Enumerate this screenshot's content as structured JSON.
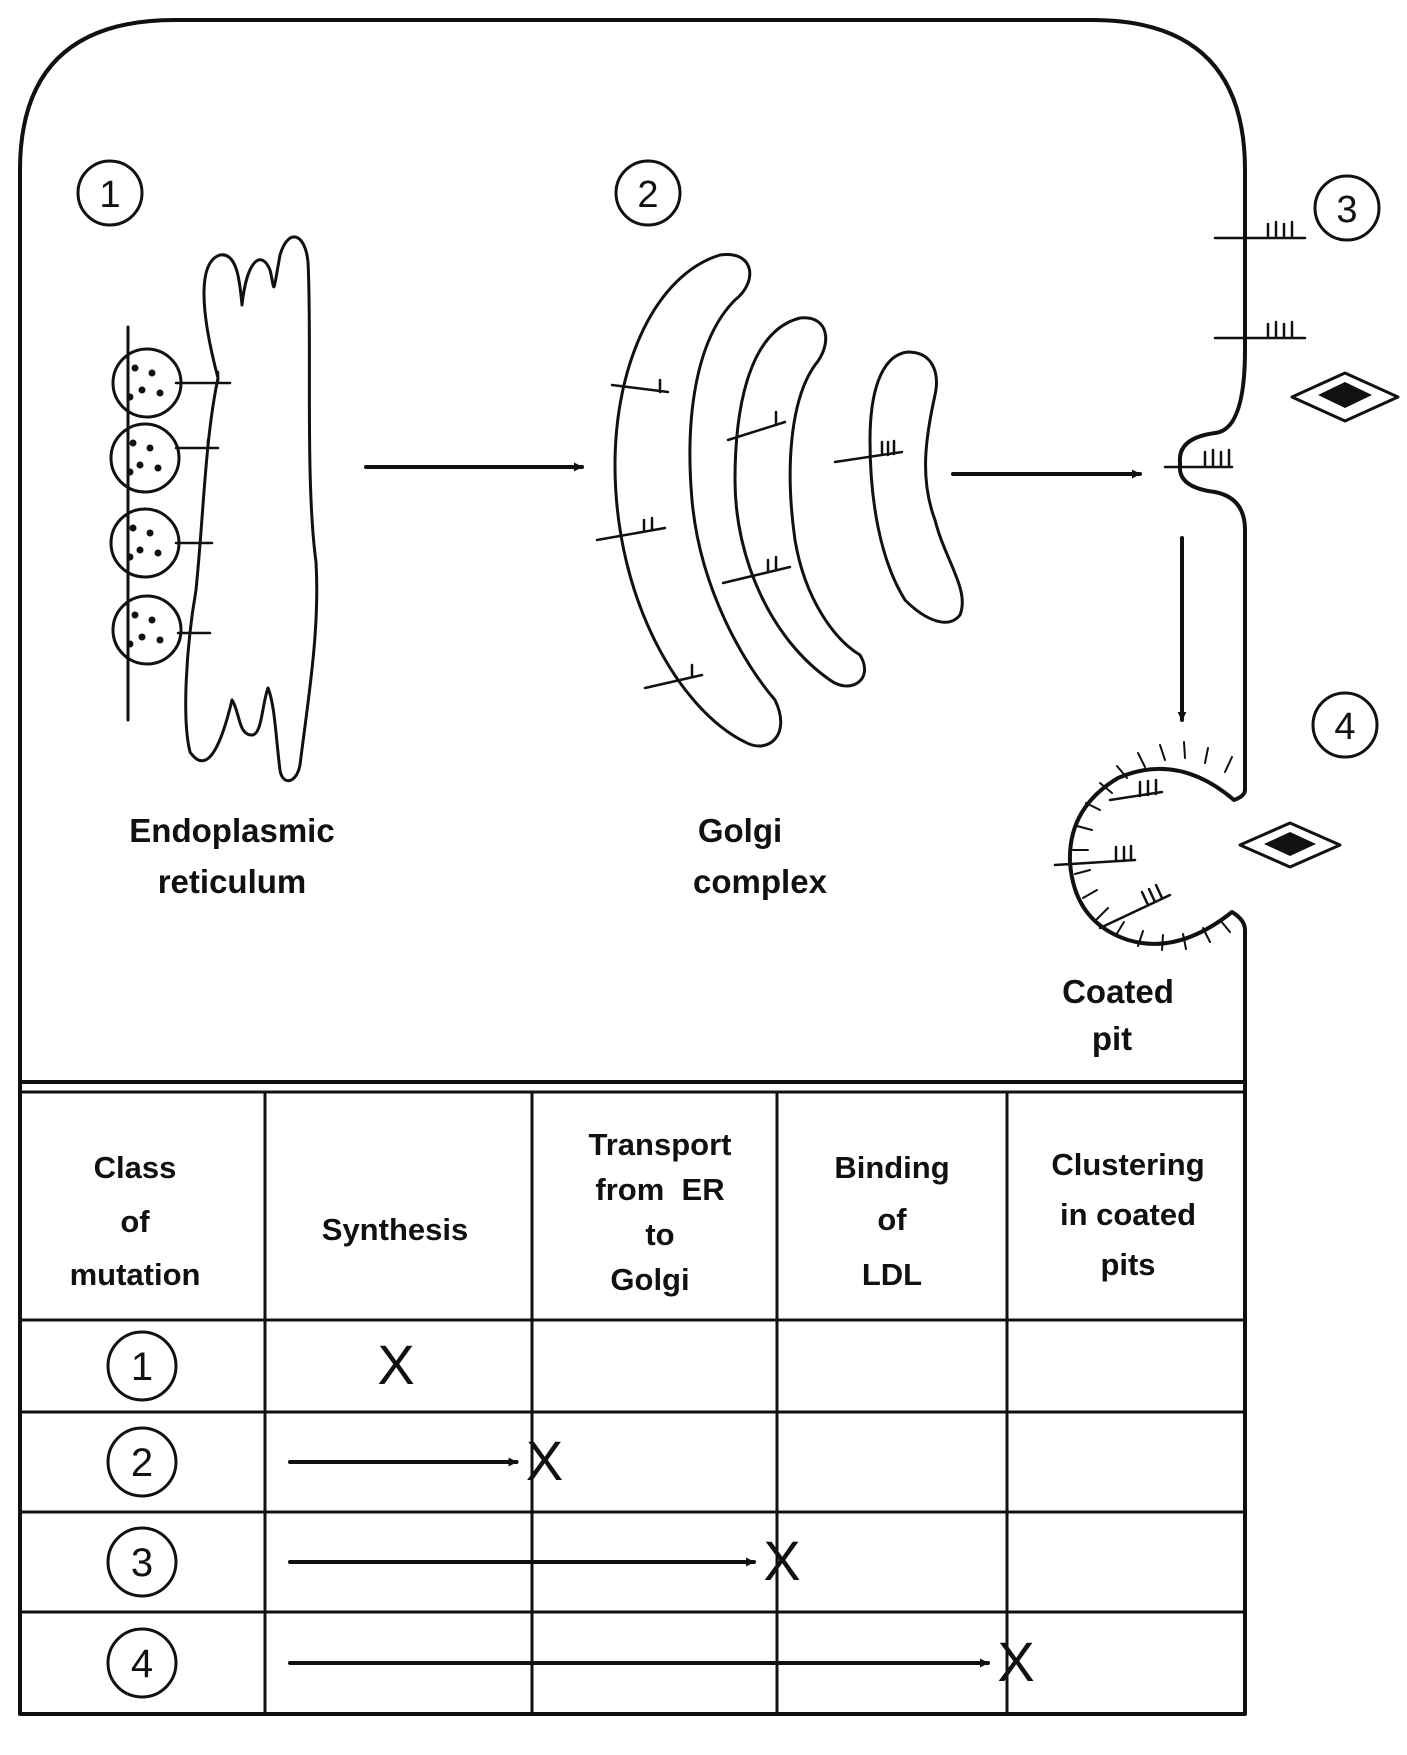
{
  "diagram": {
    "stage_markers": [
      "1",
      "2",
      "3",
      "4"
    ],
    "labels": {
      "er": [
        "Endoplasmic",
        "reticulum"
      ],
      "golgi": [
        "Golgi",
        "complex"
      ],
      "coated_pit": [
        "Coated",
        "pit"
      ]
    }
  },
  "table": {
    "headers": [
      [
        "Class",
        "of",
        "mutation"
      ],
      [
        "Synthesis"
      ],
      [
        "Transport",
        "from  ER",
        "to",
        "Golgi"
      ],
      [
        "Binding",
        "of",
        "LDL"
      ],
      [
        "Clustering",
        "in coated",
        "pits"
      ]
    ],
    "rows": [
      {
        "class": "1",
        "block_column": 1,
        "mark": "X"
      },
      {
        "class": "2",
        "block_column": 2,
        "mark": "X"
      },
      {
        "class": "3",
        "block_column": 3,
        "mark": "X"
      },
      {
        "class": "4",
        "block_column": 4,
        "mark": "X"
      }
    ]
  }
}
